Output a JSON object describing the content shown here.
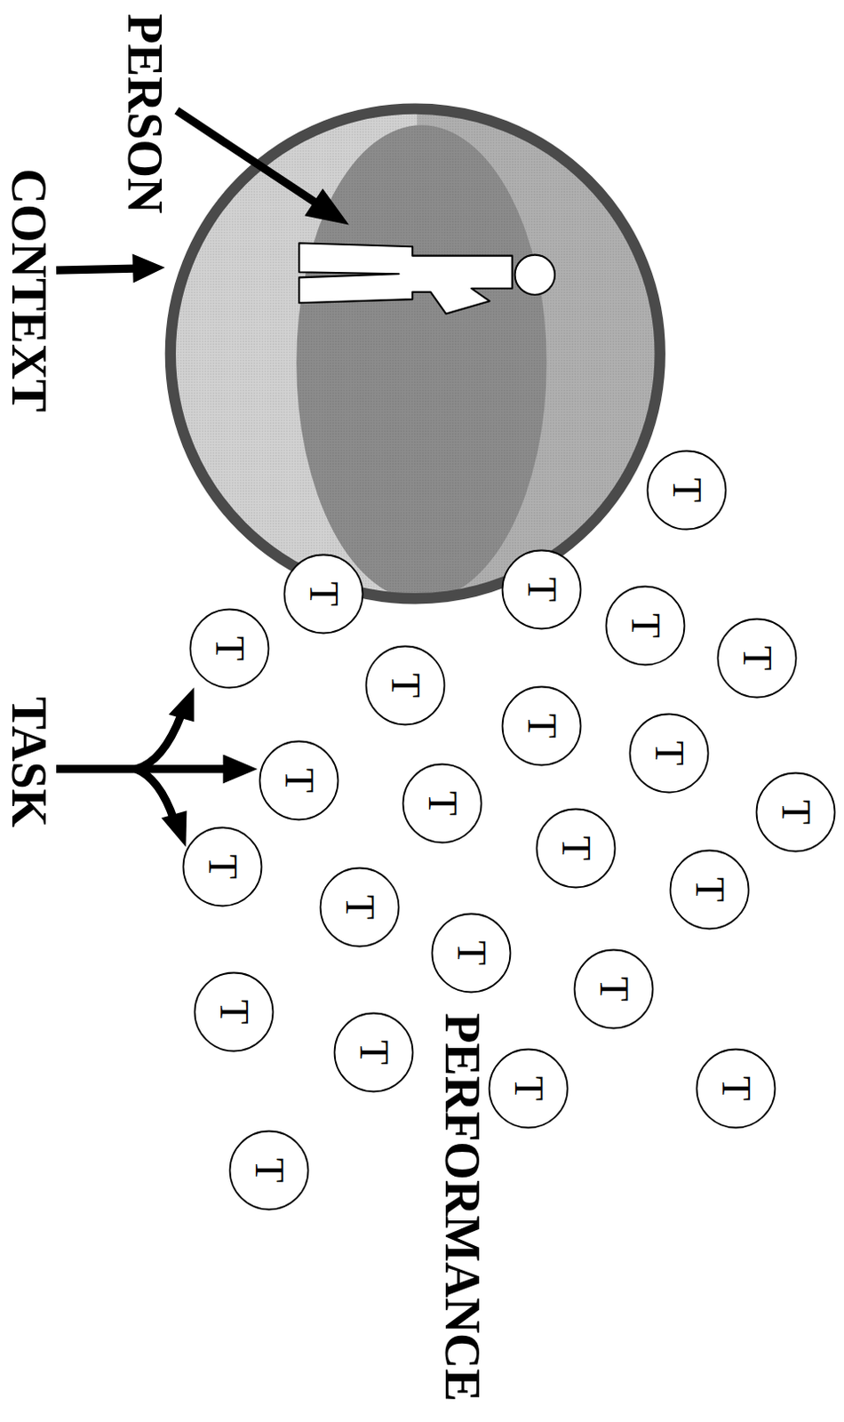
{
  "diagram": {
    "nodes": [
      {
        "text": [
          "T"
        ]
      },
      {
        "text": [
          "T"
        ]
      },
      {
        "text": [
          "T"
        ]
      },
      {
        "text": [
          "T"
        ]
      },
      {
        "text": [
          "T"
        ]
      },
      {
        "text": [
          "T"
        ]
      },
      {
        "text": [
          "T"
        ]
      },
      {
        "text": [
          "T"
        ]
      },
      {
        "text": [
          "T"
        ]
      },
      {
        "text": [
          "T"
        ]
      },
      {
        "text": [
          "T"
        ]
      },
      {
        "text": [
          "T"
        ]
      },
      {
        "text": [
          "T"
        ]
      },
      {
        "text": [
          "T"
        ]
      },
      {
        "text": [
          "T"
        ]
      },
      {
        "text": [
          "T"
        ]
      },
      {
        "text": [
          "T"
        ]
      },
      {
        "text": [
          "T"
        ]
      },
      {
        "text": [
          "T"
        ]
      },
      {
        "text": [
          "T"
        ]
      },
      {
        "text": [
          "T"
        ]
      },
      {
        "text": [
          "T"
        ]
      },
      {
        "text": [
          "T"
        ]
      }
    ],
    "labels": [
      "PERSON",
      "CONTEXT",
      "TASK",
      "PERFORMANCE"
    ]
  }
}
